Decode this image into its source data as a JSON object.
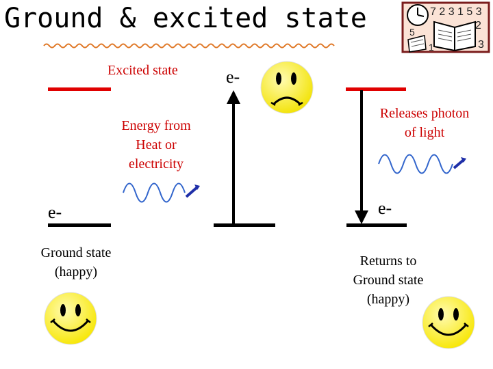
{
  "title": "Ground & excited state",
  "labels": {
    "excited_state": "Excited state",
    "energy_in": [
      "Energy from",
      "Heat or",
      "electricity"
    ],
    "ground_state": [
      "Ground state",
      "(happy)"
    ],
    "releases": [
      "Releases photon",
      "of light"
    ],
    "returns": [
      "Returns to",
      "Ground state",
      "(happy)"
    ],
    "electron_top": "e-",
    "electron_left": "e-",
    "electron_right": "e-"
  },
  "colors": {
    "title_underline": "#e07a2a",
    "excited_level": "#e00000",
    "ground_level": "#000000",
    "wave": "#3366cc",
    "photon_tip": "#1f2fa8",
    "smiley_fill": "#f7e600",
    "sad_fill": "#f2e200"
  },
  "icons": {
    "clipart": "book-and-clock-icon",
    "sad_face": "sad-face-icon",
    "happy_face": "happy-face-icon",
    "wave": "light-wave-icon"
  }
}
